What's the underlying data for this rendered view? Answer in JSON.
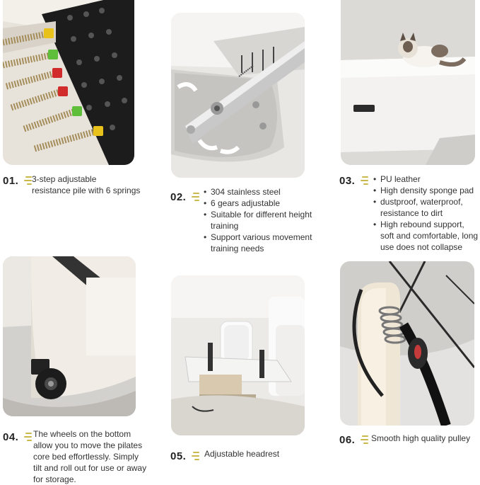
{
  "items": [
    {
      "num": "01.",
      "lines": [
        "3-step adjustable",
        "resistance pile with 6 springs"
      ]
    },
    {
      "num": "02.",
      "bullets": [
        "304 stainless steel",
        "6 gears adjustable",
        "Suitable for different height training",
        "Support various movement training needs"
      ]
    },
    {
      "num": "03.",
      "bullets": [
        "PU leather",
        "High density sponge pad",
        "dustproof, waterproof, resistance to dirt",
        "High rebound support, soft and comfortable, long use does not collapse"
      ]
    },
    {
      "num": "04.",
      "lines": [
        "The wheels on the bottom",
        "allow you to move the pilates",
        "core bed effortlessly. Simply",
        "tilt and roll out for use or away",
        "for storage."
      ]
    },
    {
      "num": "05.",
      "lines": [
        "Adjustable headrest"
      ]
    },
    {
      "num": "06.",
      "lines": [
        "Smooth high quality pulley"
      ]
    }
  ],
  "colors": {
    "accent_mark": "#c9b94a",
    "spring_green": "#5fbf3a",
    "spring_red": "#d12b2b",
    "spring_yellow": "#e8c21a"
  }
}
